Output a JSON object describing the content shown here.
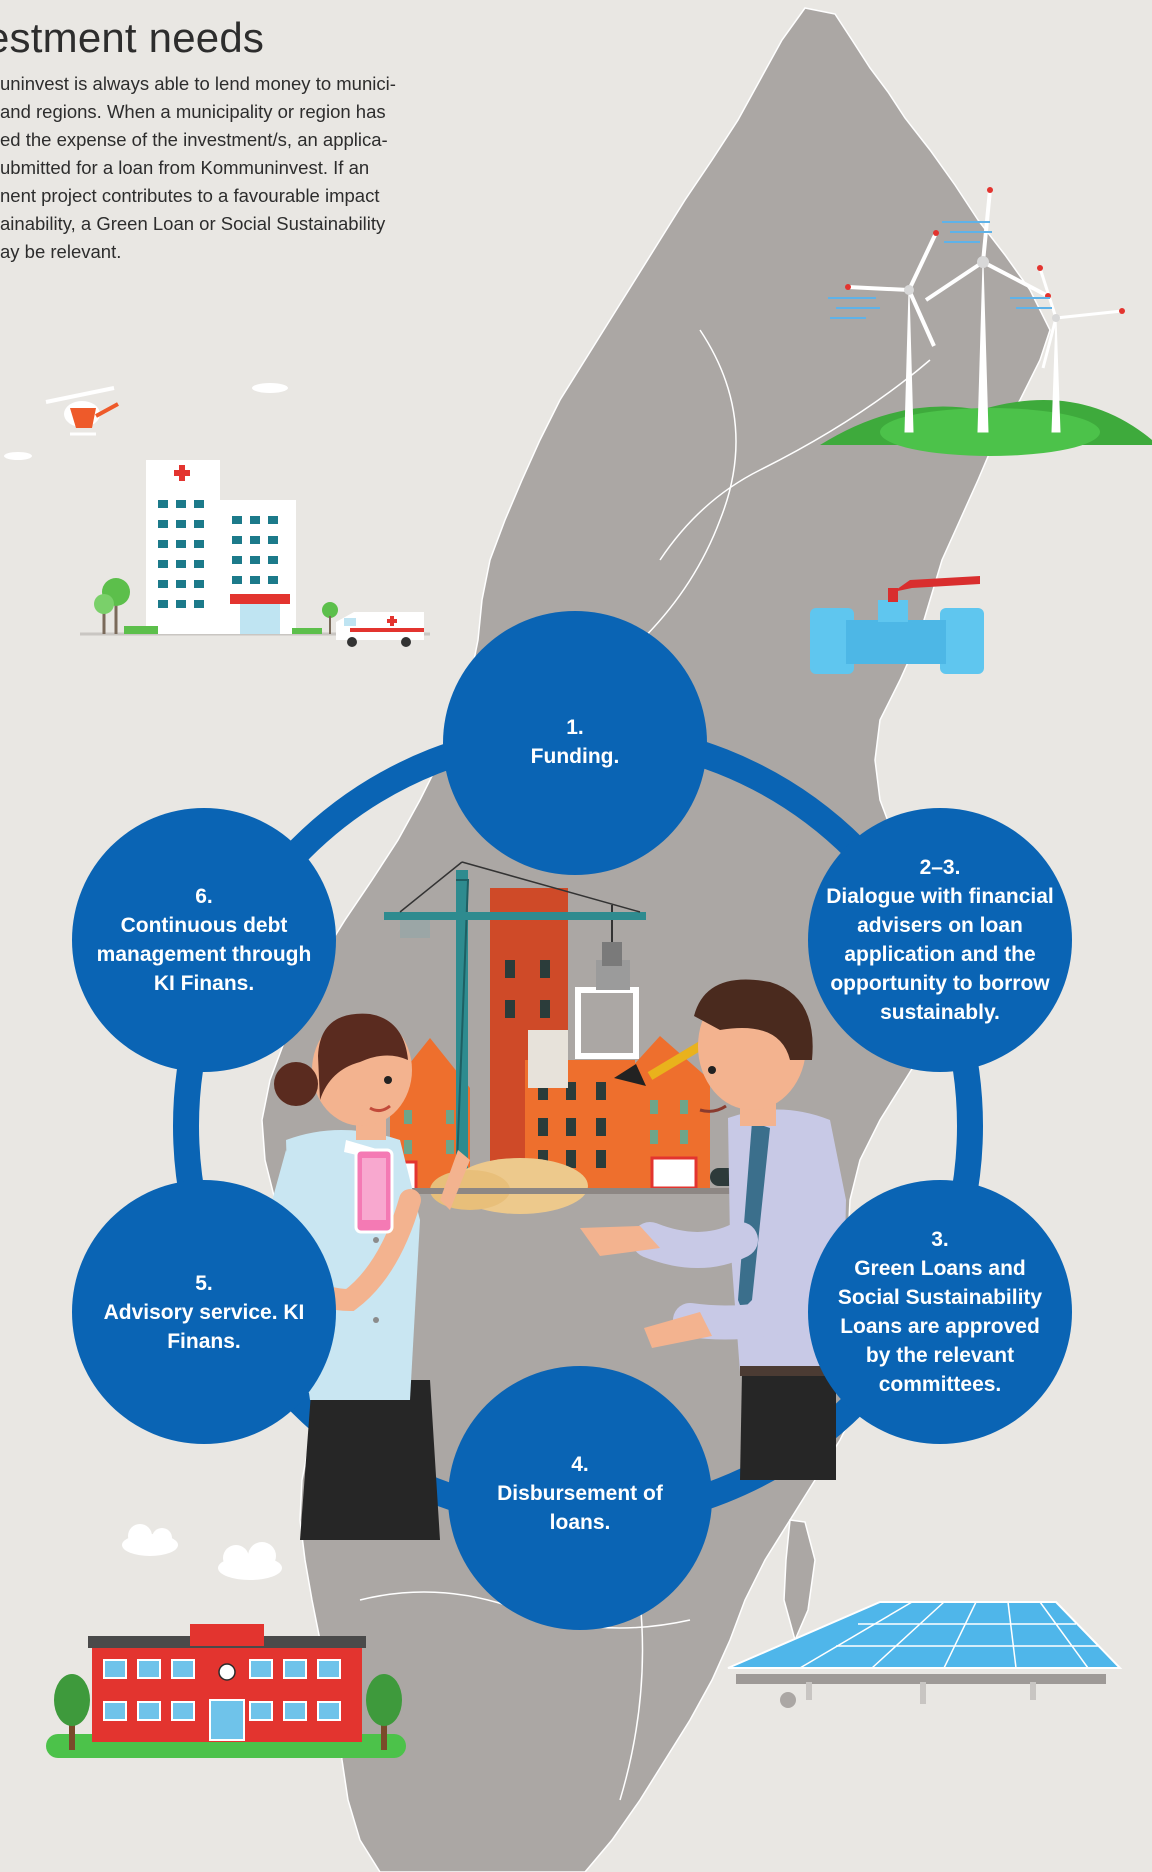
{
  "heading": "estment needs",
  "intro_lines": [
    "uninvest is always able to lend money to munici-",
    " and regions. When a municipality or region has",
    "ed the expense of the investment/s, an applica-",
    "ubmitted for a loan from Kommuninvest. If an",
    "nent project contributes to a favourable impact",
    "ainability, a Green Loan or Social Sustainability",
    "ay be relevant."
  ],
  "steps": [
    {
      "num": "1.",
      "text": "Funding."
    },
    {
      "num": "2–3.",
      "text": "Dialogue with financial advisers on loan application and the opportunity to borrow sustainably."
    },
    {
      "num": "3.",
      "text": "Green Loans and Social Sustainability Loans are approved by the relevant committees."
    },
    {
      "num": "4.",
      "text": "Disbursement of loans."
    },
    {
      "num": "5.",
      "text": "Advisory service. KI Finans."
    },
    {
      "num": "6.",
      "text": "Continuous debt management through KI Finans."
    }
  ],
  "colors": {
    "background": "#e9e7e3",
    "map": "#aba7a4",
    "step_circle": "#0a64b4",
    "ring": "#0a64b4"
  }
}
